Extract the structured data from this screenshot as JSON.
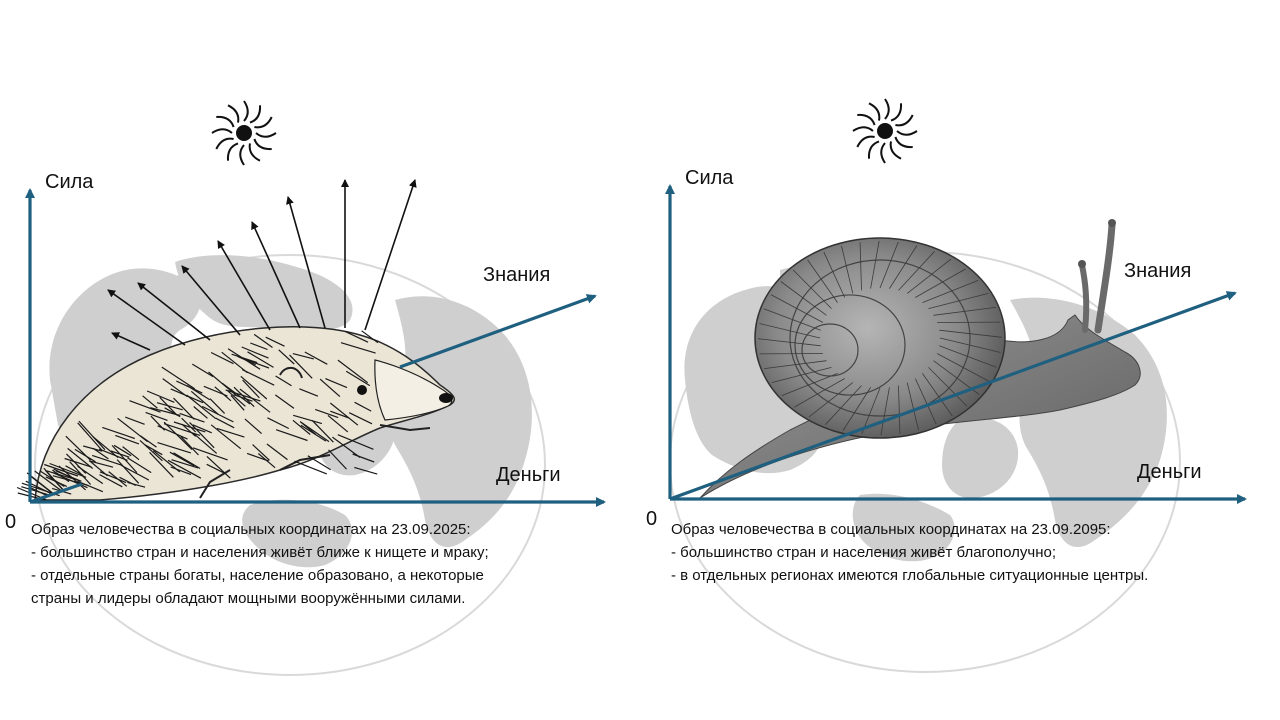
{
  "left_panel": {
    "axis_y_label": "Сила",
    "axis_z_label": "Знания",
    "axis_x_label": "Деньги",
    "origin_label": "0",
    "figure": "hedgehog",
    "sun_icon": "sun-icon",
    "caption": {
      "line1": "Образ человечества в социальных координатах на 23.09.2025:",
      "line2": "- большинство стран и населения живёт ближе к нищете и мраку;",
      "line3": "- отдельные страны богаты, население образовано, а некоторые",
      "line4": "страны и лидеры обладают мощными вооружёнными силами."
    }
  },
  "right_panel": {
    "axis_y_label": "Сила",
    "axis_z_label": "Знания",
    "axis_x_label": "Деньги",
    "origin_label": "0",
    "figure": "snail",
    "sun_icon": "sun-icon",
    "caption": {
      "line1": "Образ человечества в социальных координатах на 23.09.2095:",
      "line2": "- большинство стран и населения живёт благополучно;",
      "line3": "- в отдельных регионах имеются глобальные ситуационные центры."
    }
  },
  "colors": {
    "axis": "#1f5f7f",
    "globe": "#cfcfcf",
    "globe_outline": "#bdbdbd",
    "arrow": "#111111",
    "hedgehog_body": "#e8e2d4",
    "snail_shell": "#8a8a8a",
    "snail_body": "#7a7a7a"
  }
}
